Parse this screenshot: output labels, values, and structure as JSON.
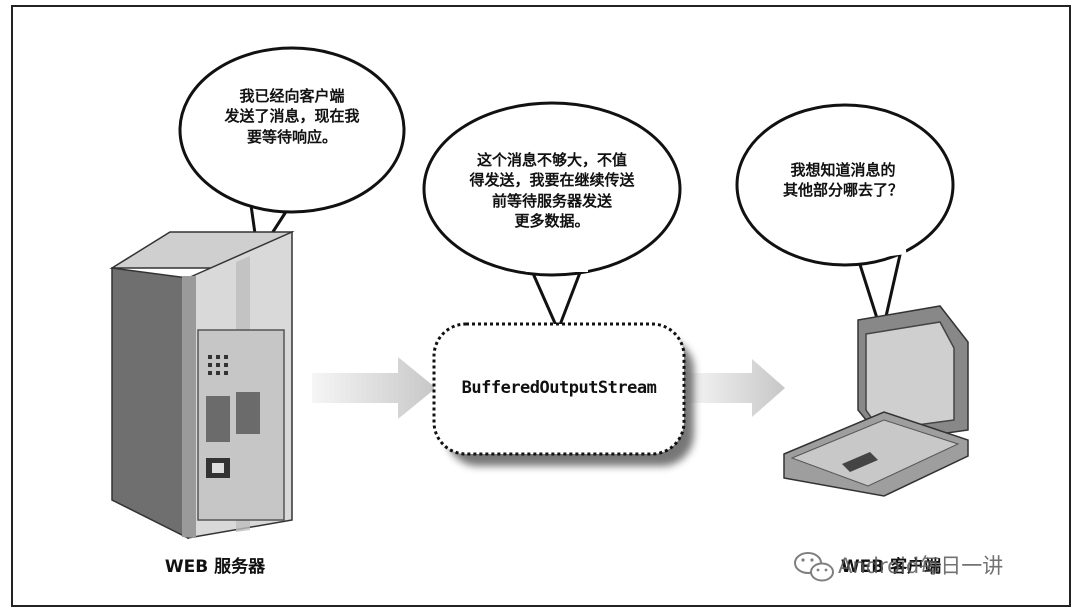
{
  "bubbles": {
    "server": [
      "我已经向客户端",
      "发送了消息，现在我",
      "要等待响应。"
    ],
    "stream": [
      "这个消息不够大，不值",
      "得发送，我要在继续传送",
      "前等待服务器发送",
      "更多数据。"
    ],
    "client": [
      "我想知道消息的",
      "其他部分哪去了？"
    ]
  },
  "nodes": {
    "stream_label": "BufferedOutputStream",
    "server_caption": "WEB 服务器",
    "client_caption": "WEB 客户端"
  },
  "watermark": {
    "text": "Android每日一讲",
    "icon": "wechat-icon"
  }
}
